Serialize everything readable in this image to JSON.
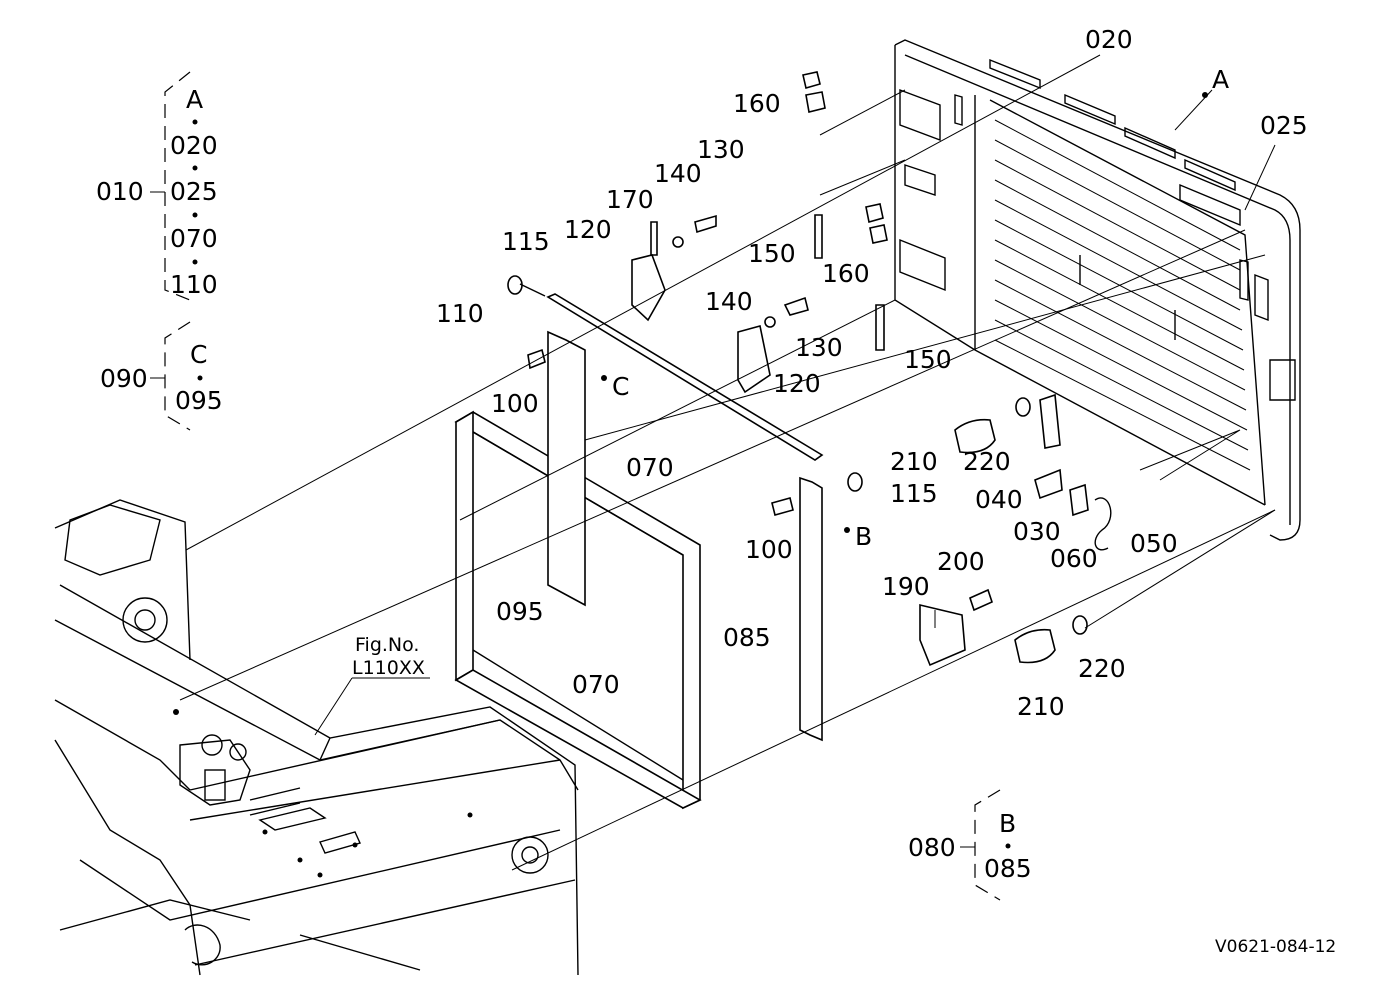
{
  "callouts": {
    "p010": "010",
    "p020": "020",
    "p025": "025",
    "p030": "030",
    "p040": "040",
    "p050": "050",
    "p060": "060",
    "p070a": "070",
    "p070b": "070",
    "p080": "080",
    "p085": "085",
    "p090": "090",
    "p095": "095",
    "p100a": "100",
    "p100b": "100",
    "p110": "110",
    "p115a": "115",
    "p115b": "115",
    "p120a": "120",
    "p120b": "120",
    "p130a": "130",
    "p130b": "130",
    "p140a": "140",
    "p140b": "140",
    "p150a": "150",
    "p150b": "150",
    "p160a": "160",
    "p160b": "160",
    "p170": "170",
    "p190": "190",
    "p200": "200",
    "p210a": "210",
    "p210b": "210",
    "p220a": "220",
    "p220b": "220"
  },
  "markers": {
    "A": "A",
    "B": "B",
    "C": "C"
  },
  "groups": {
    "g010": {
      "items": [
        "A",
        "020",
        "025",
        "070",
        "110"
      ]
    },
    "g090": {
      "items": [
        "C",
        "095"
      ]
    },
    "g080": {
      "items": [
        "B",
        "085"
      ]
    }
  },
  "figref": {
    "line1": "Fig.No.",
    "line2": "L110XX"
  },
  "diagram_code": "V0621-084-12"
}
